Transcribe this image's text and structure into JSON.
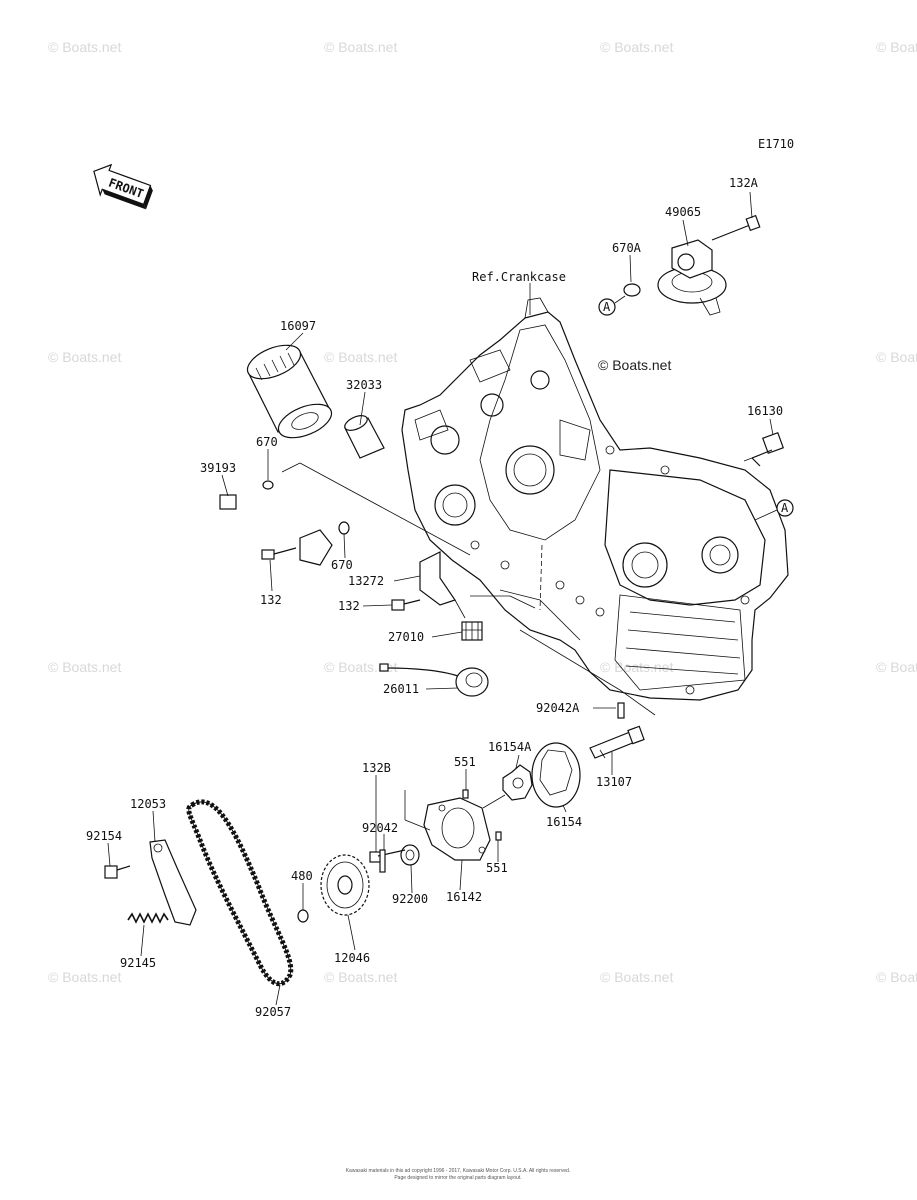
{
  "diagram_code": "E1710",
  "front_label": "FRONT",
  "ref_label": "Ref.Crankcase",
  "ref_markers": [
    "A",
    "A"
  ],
  "watermark_text": "© Boats.net",
  "footer_lines": [
    "Kawasaki materials in this ad copyright 1996 - 2017, Kawasaki Motor Corp. U.S.A. All rights reserved.",
    "Page designed to mirror the original parts diagram layout."
  ],
  "parts": [
    {
      "number": "132A"
    },
    {
      "number": "49065"
    },
    {
      "number": "670A"
    },
    {
      "number": "16097"
    },
    {
      "number": "32033"
    },
    {
      "number": "16130"
    },
    {
      "number": "670"
    },
    {
      "number": "39193"
    },
    {
      "number": "670"
    },
    {
      "number": "132"
    },
    {
      "number": "13272"
    },
    {
      "number": "132"
    },
    {
      "number": "27010"
    },
    {
      "number": "26011"
    },
    {
      "number": "92042A"
    },
    {
      "number": "16154A"
    },
    {
      "number": "551"
    },
    {
      "number": "132B"
    },
    {
      "number": "13107"
    },
    {
      "number": "16154"
    },
    {
      "number": "12053"
    },
    {
      "number": "92042"
    },
    {
      "number": "92154"
    },
    {
      "number": "551"
    },
    {
      "number": "480"
    },
    {
      "number": "92200"
    },
    {
      "number": "16142"
    },
    {
      "number": "92145"
    },
    {
      "number": "12046"
    },
    {
      "number": "92057"
    }
  ]
}
